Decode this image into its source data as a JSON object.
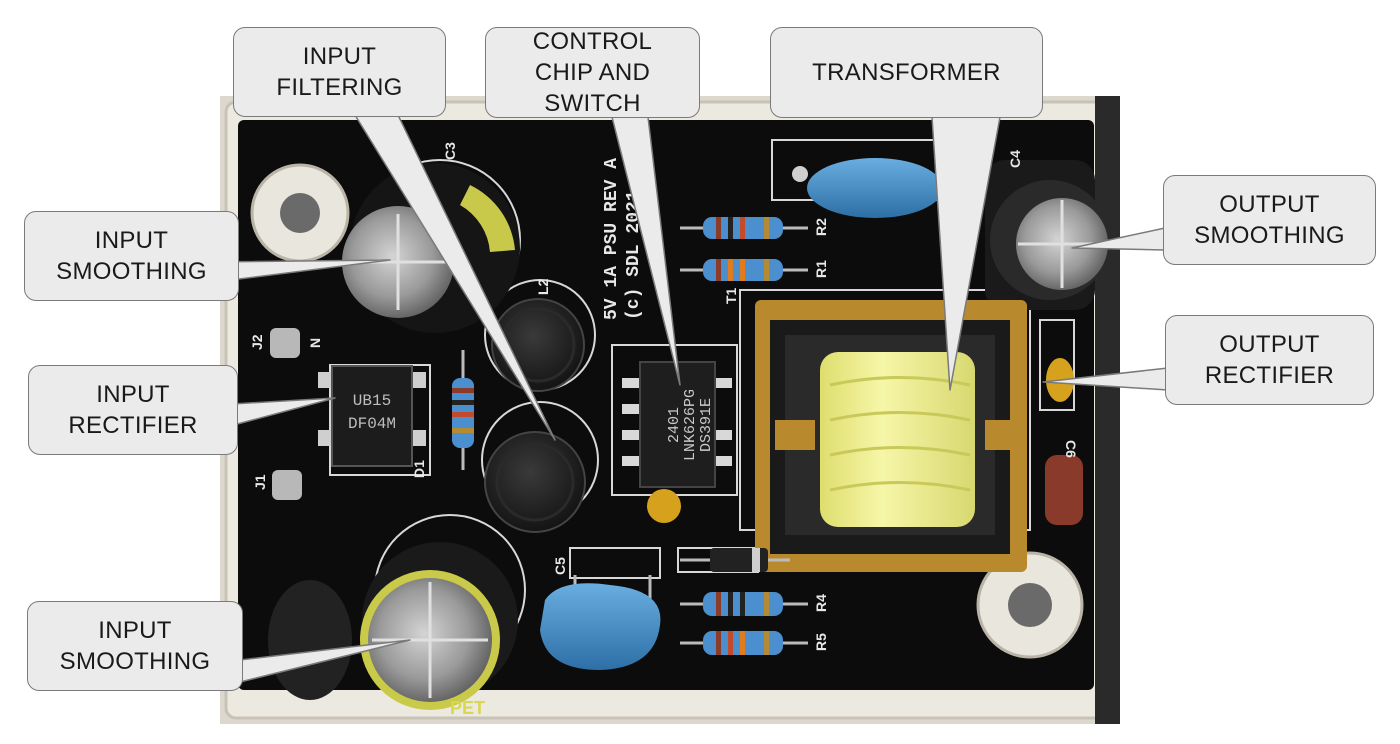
{
  "labels": {
    "input_filtering": [
      "INPUT",
      "FILTERING"
    ],
    "control_chip": [
      "CONTROL",
      "CHIP AND",
      "SWITCH"
    ],
    "transformer": [
      "TRANSFORMER"
    ],
    "input_smoothing_top": [
      "INPUT",
      "SMOOTHING"
    ],
    "input_rectifier": [
      "INPUT",
      "RECTIFIER"
    ],
    "input_smoothing_bottom": [
      "INPUT",
      "SMOOTHING"
    ],
    "output_smoothing": [
      "OUTPUT",
      "SMOOTHING"
    ],
    "output_rectifier": [
      "OUTPUT",
      "RECTIFIER"
    ]
  },
  "board_markings": {
    "silkscreen_title": "5V 1A PSU REV A",
    "silkscreen_copyright": "(c) SDL 2021",
    "chip_line1": "2401",
    "chip_line2": "LNK626PG",
    "chip_line3": "DS391E",
    "bridge_line1": "UB15",
    "bridge_line2": "DF04M",
    "refs": {
      "C3": "C3",
      "C4": "C4",
      "C5": "C5",
      "C6": "C6",
      "L2": "L2",
      "R1": "R1",
      "R2": "R2",
      "R4": "R4",
      "R5": "R5",
      "T1": "T1",
      "J1": "J1",
      "J2": "J2",
      "D1": "D1",
      "N": "N"
    },
    "cap_mark": "PET"
  },
  "colors": {
    "label_fill": "#ebebeb",
    "label_border": "#7a7a7a",
    "pcb": "#0c0c0c",
    "enclosure": "#e6e2d8",
    "transformer_tape": "#f0f08a",
    "bobbin": "#c9a043",
    "blue_cap": "#3f8fcf",
    "silkscreen": "#e8e8e8"
  }
}
